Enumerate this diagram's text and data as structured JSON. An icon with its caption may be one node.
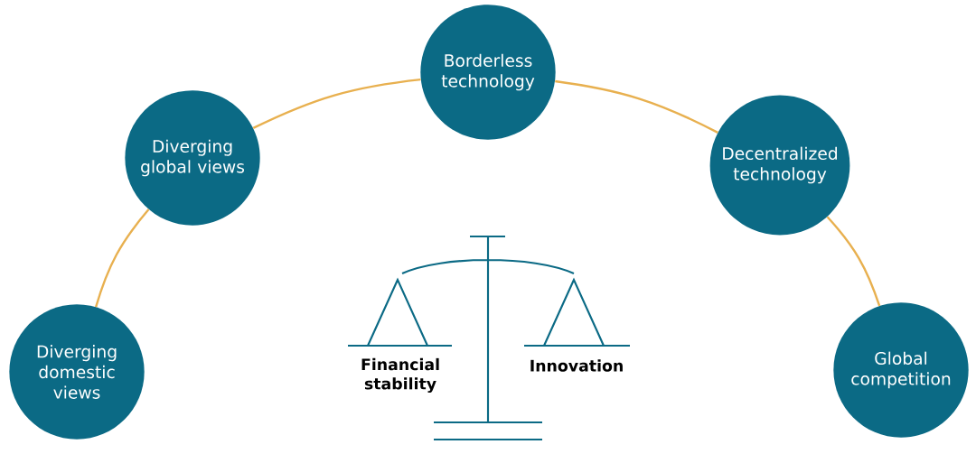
{
  "diagram": {
    "nodes": [
      {
        "text": [
          "Diverging domestic views"
        ]
      },
      {
        "text": [
          "Diverging global views"
        ]
      },
      {
        "text": [
          "Borderless technology"
        ]
      },
      {
        "text": [
          "Decentralized technology"
        ]
      },
      {
        "text": [
          "Global competition"
        ]
      }
    ],
    "edges": [
      {
        "from": 0,
        "to": 1,
        "arrow": "none"
      },
      {
        "from": 1,
        "to": 2,
        "arrow": "none"
      },
      {
        "from": 2,
        "to": 3,
        "arrow": "none"
      },
      {
        "from": 3,
        "to": 4,
        "arrow": "none"
      }
    ],
    "labels": [
      "Financial stability",
      "Innovation"
    ]
  }
}
